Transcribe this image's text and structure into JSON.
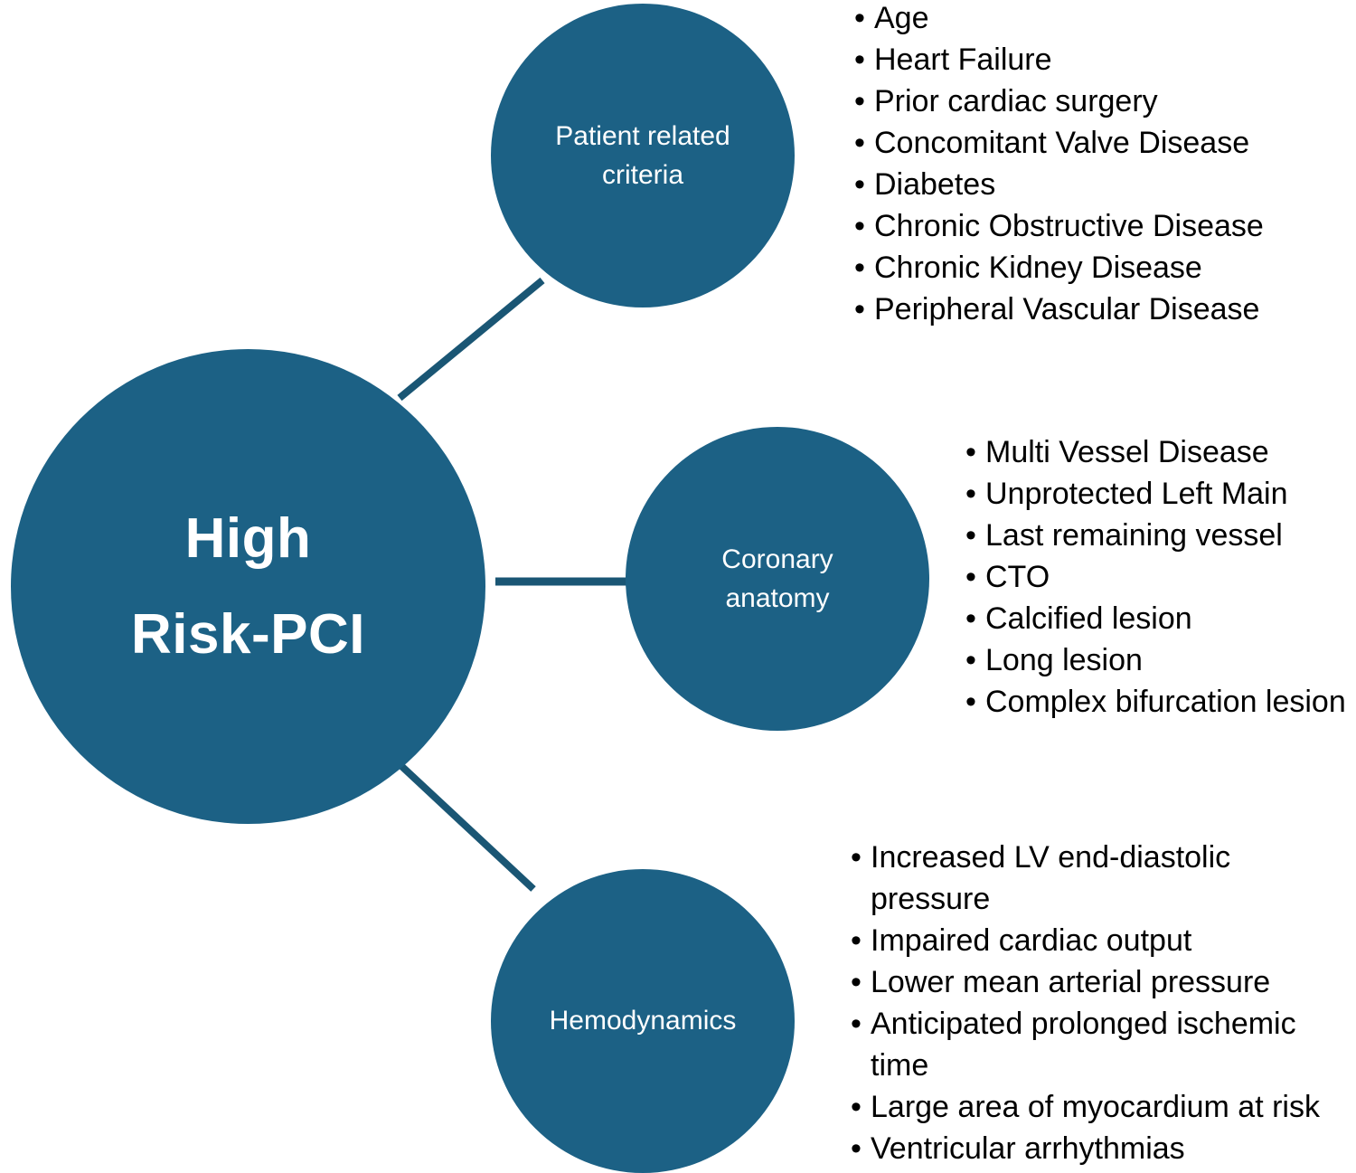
{
  "diagram": {
    "title": "High Risk-PCI criteria mind map",
    "colors": {
      "node_fill": "#1c6185",
      "connector": "#1a5674",
      "node_text": "#ffffff",
      "list_text": "#000000",
      "background": "#ffffff"
    },
    "center": {
      "label": "High\nRisk-PCI",
      "line1": "High",
      "line2": "Risk-PCI"
    },
    "branches": [
      {
        "id": "patient",
        "label": "Patient related\ncriteria",
        "items": [
          "Age",
          "Heart Failure",
          "Prior cardiac surgery",
          "Concomitant Valve Disease",
          "Diabetes",
          "Chronic Obstructive Disease",
          "Chronic Kidney Disease",
          "Peripheral Vascular Disease"
        ]
      },
      {
        "id": "coronary",
        "label": "Coronary\nanatomy",
        "items": [
          "Multi Vessel Disease",
          "Unprotected Left Main",
          "Last remaining vessel",
          "CTO",
          "Calcified lesion",
          "Long lesion",
          "Complex bifurcation lesion"
        ]
      },
      {
        "id": "hemodynamics",
        "label": "Hemodynamics",
        "items": [
          "Increased LV end-diastolic pressure",
          "Impaired cardiac output",
          "Lower mean arterial pressure",
          "Anticipated prolonged ischemic time",
          "Large area of myocardium at risk",
          "Ventricular arrhythmias"
        ]
      }
    ]
  }
}
